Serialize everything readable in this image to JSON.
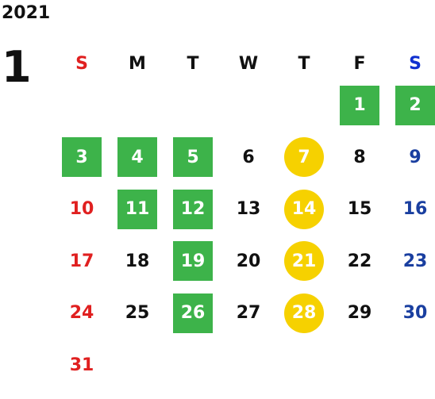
{
  "header": {
    "year": "2021",
    "month": "1"
  },
  "colors": {
    "sunday": "#e02020",
    "saturday": "#1a3fa0",
    "weekday": "#111111",
    "green": "#3db34a",
    "yellow": "#f6d100"
  },
  "weekdays": [
    "S",
    "M",
    "T",
    "W",
    "T",
    "F",
    "S"
  ],
  "days": [
    {
      "label": "1",
      "style": "green"
    },
    {
      "label": "2",
      "style": "green"
    },
    {
      "label": "3",
      "style": "green"
    },
    {
      "label": "4",
      "style": "green"
    },
    {
      "label": "5",
      "style": "green"
    },
    {
      "label": "6",
      "style": "plain"
    },
    {
      "label": "7",
      "style": "yellow"
    },
    {
      "label": "8",
      "style": "plain"
    },
    {
      "label": "9",
      "style": "plain"
    },
    {
      "label": "10",
      "style": "plain"
    },
    {
      "label": "11",
      "style": "green"
    },
    {
      "label": "12",
      "style": "green"
    },
    {
      "label": "13",
      "style": "plain"
    },
    {
      "label": "14",
      "style": "yellow"
    },
    {
      "label": "15",
      "style": "plain"
    },
    {
      "label": "16",
      "style": "plain"
    },
    {
      "label": "17",
      "style": "plain"
    },
    {
      "label": "18",
      "style": "plain"
    },
    {
      "label": "19",
      "style": "green"
    },
    {
      "label": "20",
      "style": "plain"
    },
    {
      "label": "21",
      "style": "yellow"
    },
    {
      "label": "22",
      "style": "plain"
    },
    {
      "label": "23",
      "style": "plain"
    },
    {
      "label": "24",
      "style": "plain"
    },
    {
      "label": "25",
      "style": "plain"
    },
    {
      "label": "26",
      "style": "green"
    },
    {
      "label": "27",
      "style": "plain"
    },
    {
      "label": "28",
      "style": "yellow"
    },
    {
      "label": "29",
      "style": "plain"
    },
    {
      "label": "30",
      "style": "plain"
    },
    {
      "label": "31",
      "style": "plain"
    }
  ]
}
